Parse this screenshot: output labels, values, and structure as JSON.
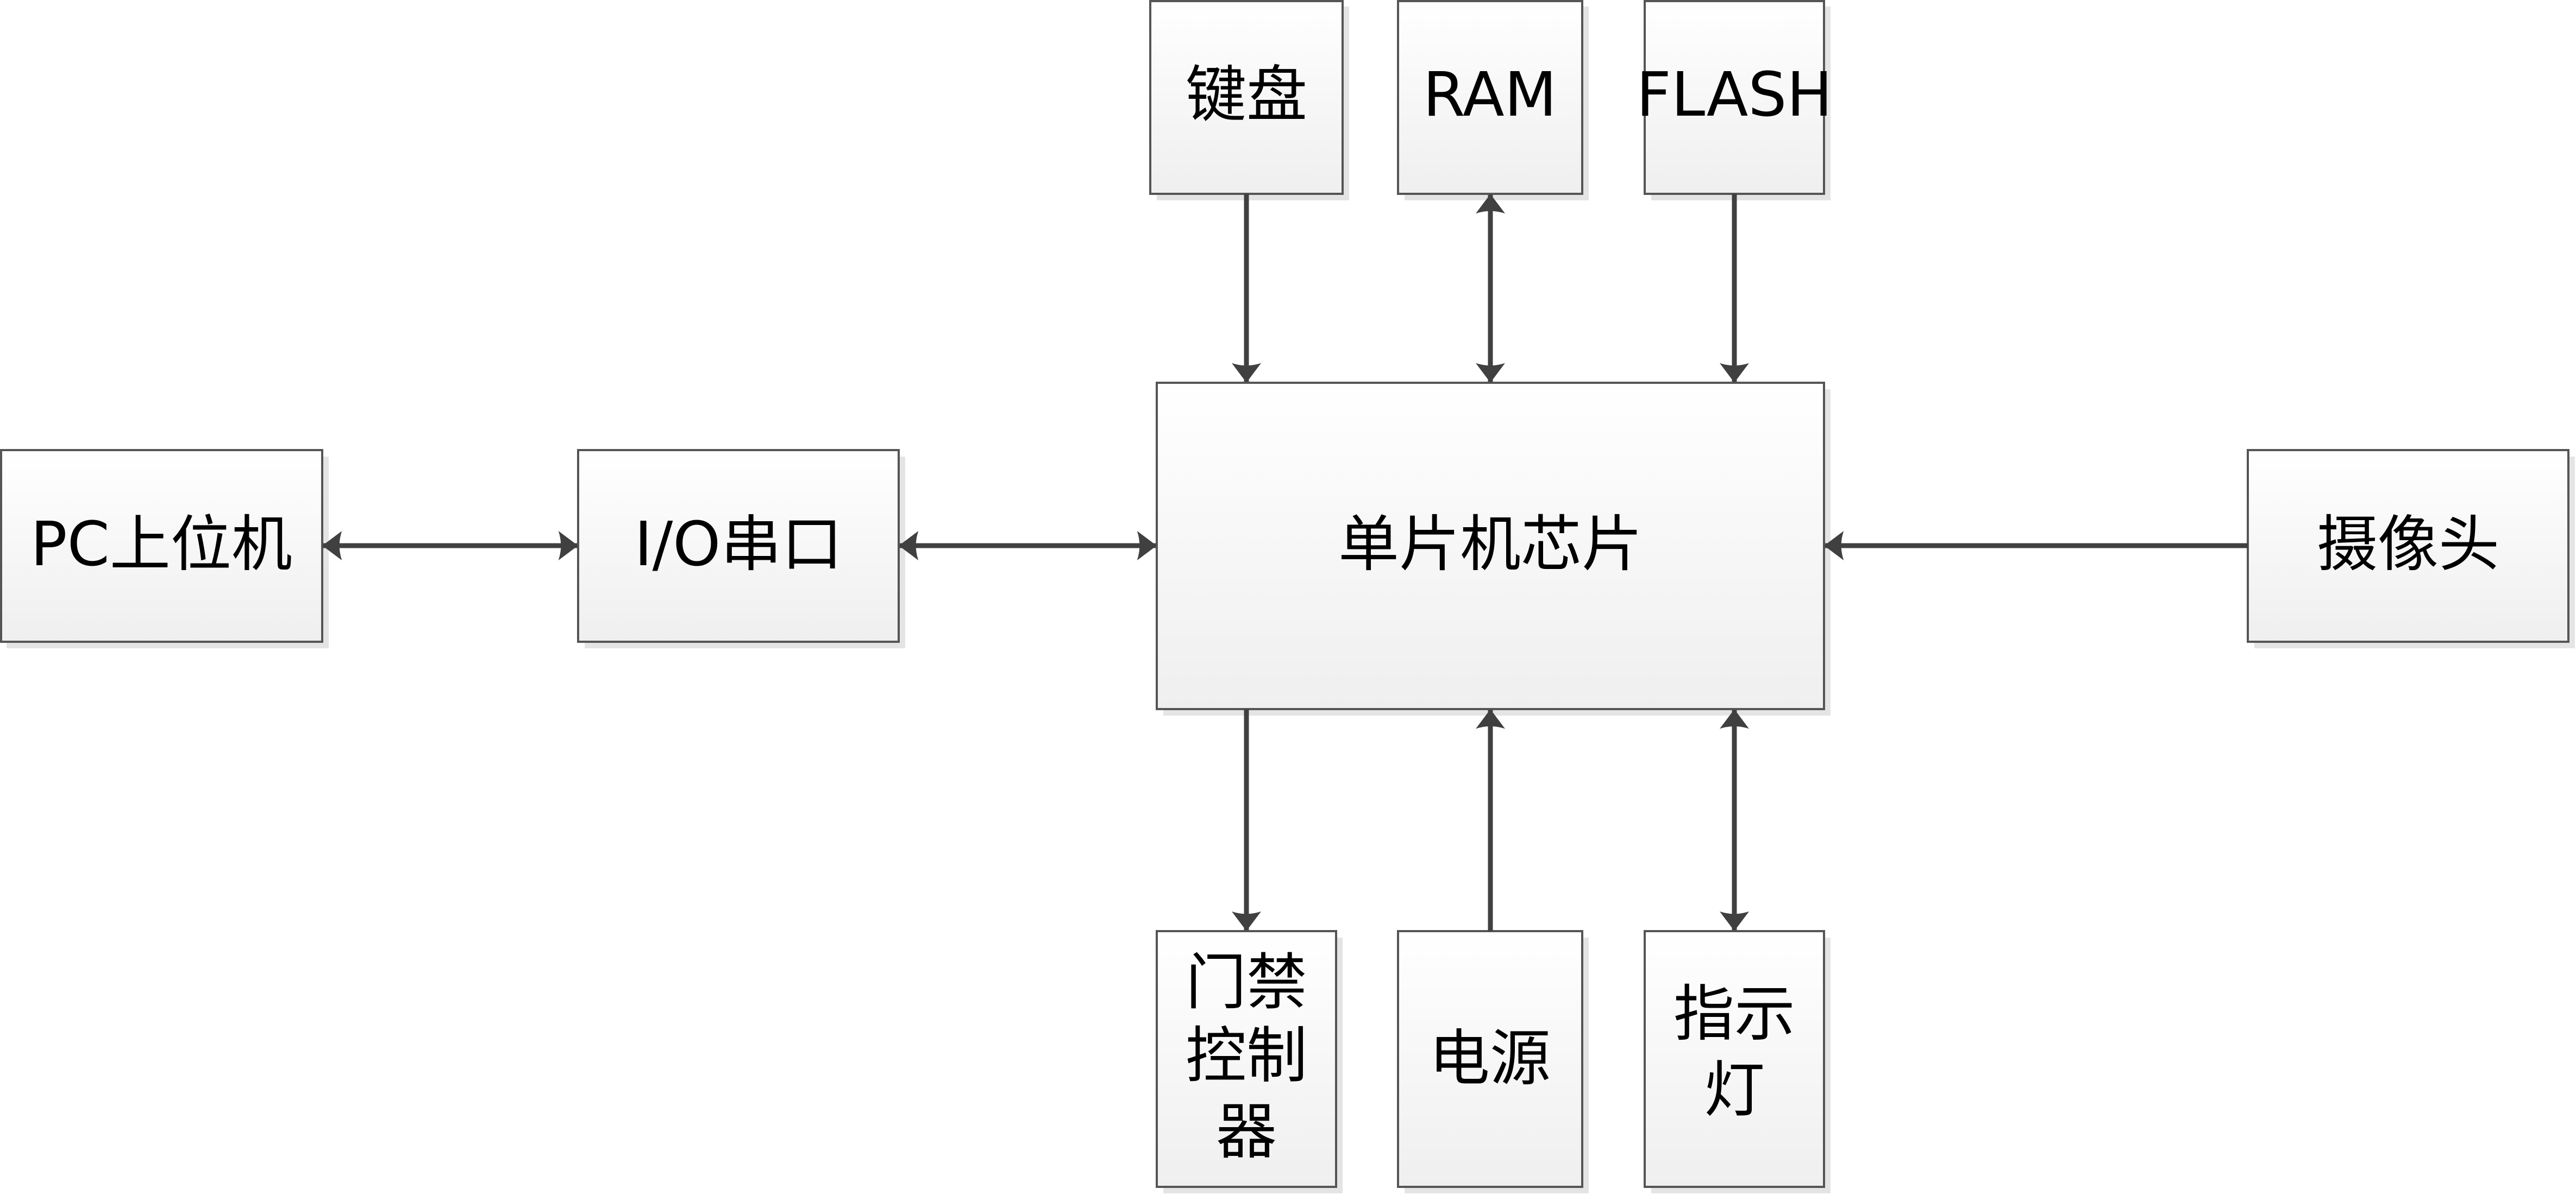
{
  "diagram": {
    "nodes": {
      "keyboard": "键盘",
      "ram": "RAM",
      "flash": "FLASH",
      "mcu": "单片机芯片",
      "pc": "PC上位机",
      "serial": "I/O串口",
      "camera": "摄像头",
      "door": [
        "门禁",
        "控制",
        "器"
      ],
      "power": "电源",
      "indicator": [
        "指示",
        "灯"
      ]
    },
    "edges": [
      {
        "from": "keyboard",
        "to": "mcu",
        "direction": "one-way"
      },
      {
        "from": "ram",
        "to": "mcu",
        "direction": "two-way"
      },
      {
        "from": "flash",
        "to": "mcu",
        "direction": "one-way"
      },
      {
        "from": "pc",
        "to": "serial",
        "direction": "two-way"
      },
      {
        "from": "serial",
        "to": "mcu",
        "direction": "two-way"
      },
      {
        "from": "camera",
        "to": "mcu",
        "direction": "one-way"
      },
      {
        "from": "mcu",
        "to": "door",
        "direction": "one-way"
      },
      {
        "from": "power",
        "to": "mcu",
        "direction": "one-way"
      },
      {
        "from": "indicator",
        "to": "mcu",
        "direction": "two-way"
      }
    ],
    "colors": {
      "line": "#404040",
      "border": "#555555",
      "fill_top": "#ffffff",
      "fill_bottom": "#efefef"
    }
  }
}
